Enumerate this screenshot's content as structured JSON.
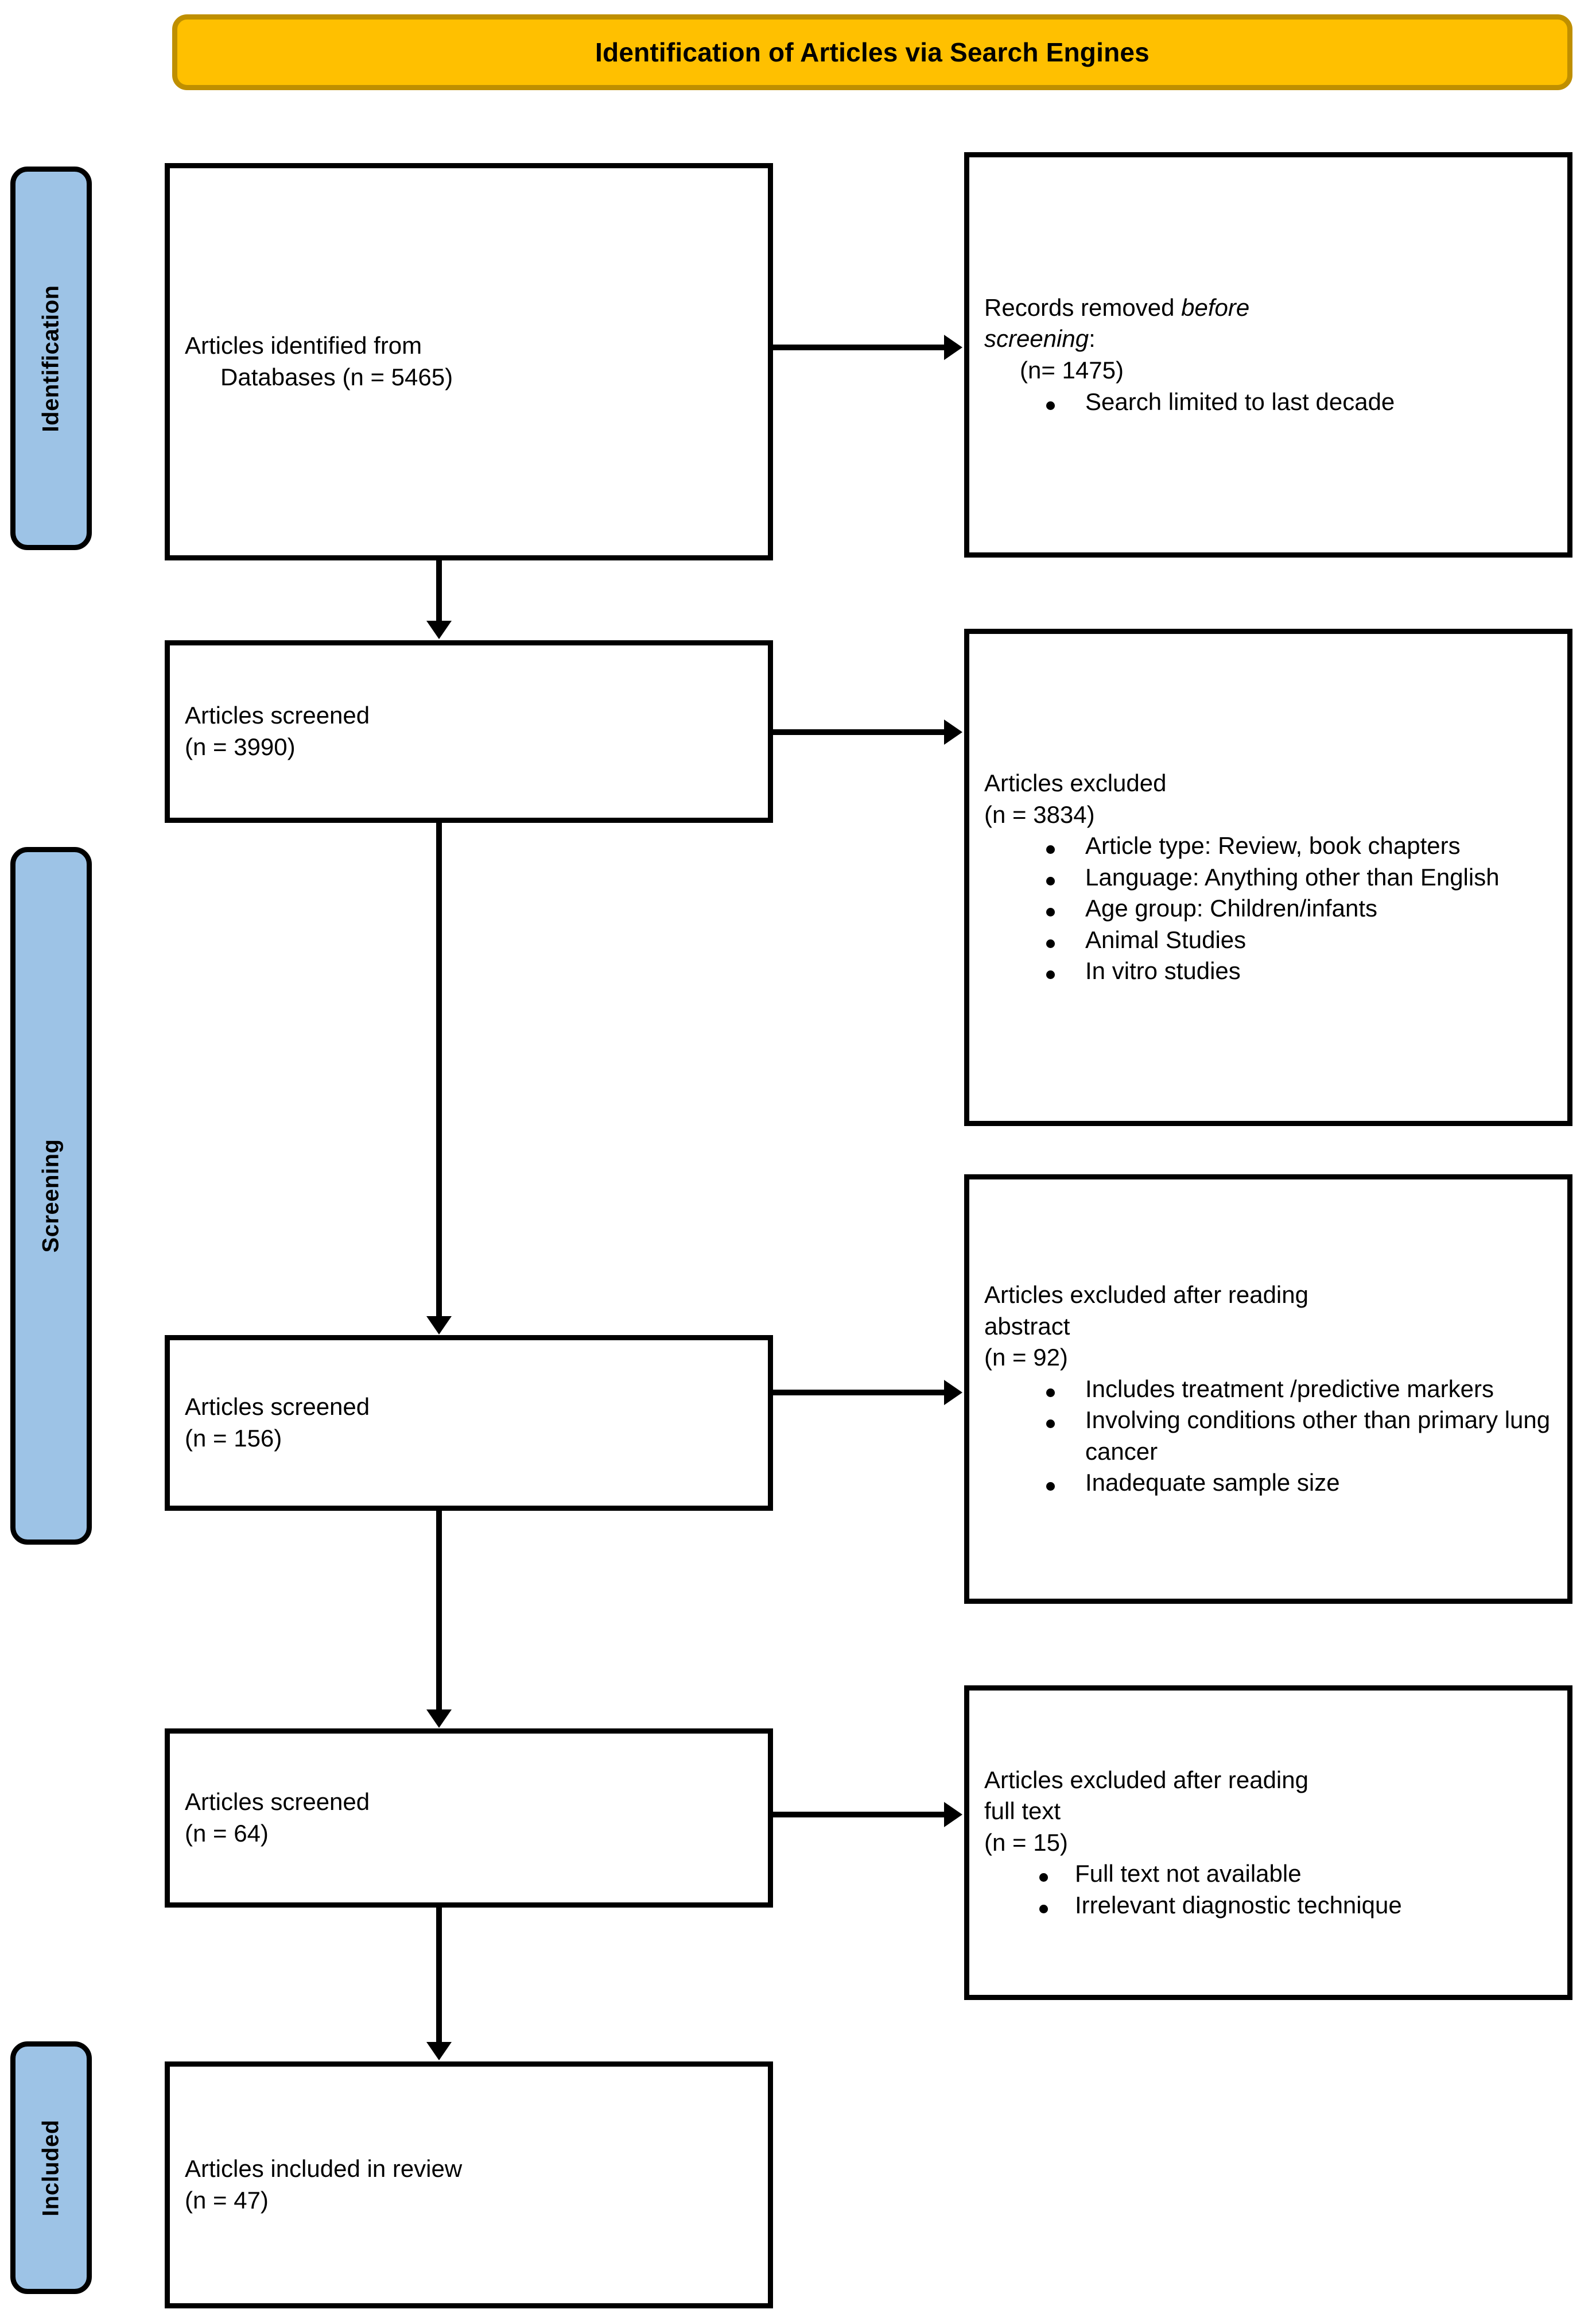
{
  "banner": {
    "title": "Identification of Articles via Search Engines",
    "fill_color": "#FFC000",
    "border_color": "#BF8F00"
  },
  "phase_bands": {
    "fill_color": "#9DC3E6",
    "items": [
      {
        "label": "Identification"
      },
      {
        "label": "Screening"
      },
      {
        "label": "Included"
      }
    ]
  },
  "flow": {
    "identified": {
      "line1": "Articles identified from",
      "line2": "Databases (n = 5465)"
    },
    "removed": {
      "line1_prefix": "Records removed ",
      "line1_italic": "before",
      "line2_italic": "screening",
      "line2_suffix": ":",
      "count": "(n= 1475)",
      "bullets": [
        "Search limited to last decade"
      ]
    },
    "screened_1": {
      "line1": "Articles screened",
      "line2": "(n = 3990)"
    },
    "excluded_1": {
      "line1": "Articles excluded",
      "count": "(n = 3834)",
      "bullets": [
        "Article type: Review, book chapters",
        "Language: Anything other than English",
        "Age group: Children/infants",
        "Animal Studies",
        "In vitro studies"
      ]
    },
    "screened_2": {
      "line1": "Articles screened",
      "line2": "(n = 156)"
    },
    "excluded_2": {
      "line1": "Articles excluded after reading",
      "line2": "abstract",
      "count": "(n = 92)",
      "bullets": [
        "Includes treatment /predictive markers",
        "Involving conditions other than primary lung cancer",
        "Inadequate sample size"
      ]
    },
    "screened_3": {
      "line1": "Articles screened",
      "line2": "(n = 64)"
    },
    "excluded_3": {
      "line1": "Articles excluded after reading",
      "line2": "full text",
      "count": "(n = 15)",
      "bullets": [
        "Full text not available",
        "Irrelevant diagnostic technique"
      ]
    },
    "included": {
      "line1": "Articles included in review",
      "line2": "(n = 47)"
    }
  }
}
